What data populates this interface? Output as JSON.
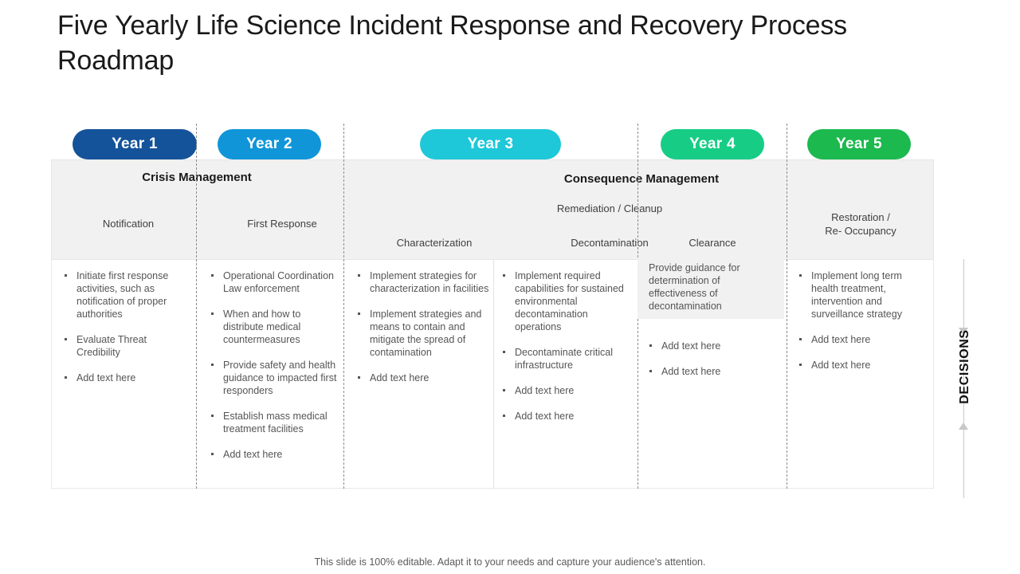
{
  "slide": {
    "title": "Five Yearly Life Science Incident Response and Recovery Process Roadmap",
    "footer_note": "This slide is 100% editable. Adapt it to your needs and capture your audience's attention.",
    "side_label": "DECISIONS"
  },
  "colors": {
    "year1": "#14539a",
    "year2": "#1096d8",
    "year3": "#1ec8d8",
    "year4": "#17cd86",
    "year5": "#1cb94e",
    "band_background": "#f1f1f1",
    "divider_dashed": "#8c8c8c",
    "title_text": "#1a1a1a",
    "body_text": "#555555"
  },
  "years": [
    {
      "label": "Year 1",
      "color": "#14539a"
    },
    {
      "label": "Year 2",
      "color": "#1096d8"
    },
    {
      "label": "Year 3",
      "color": "#1ec8d8"
    },
    {
      "label": "Year 4",
      "color": "#17cd86"
    },
    {
      "label": "Year 5",
      "color": "#1cb94e"
    }
  ],
  "bands": [
    {
      "title": "Crisis Management"
    },
    {
      "title": "Consequence Management"
    }
  ],
  "phases": [
    {
      "label": "Notification"
    },
    {
      "label": "First Response"
    },
    {
      "label": "Characterization"
    },
    {
      "label": "Remediation / Cleanup"
    },
    {
      "label": "Decontamination"
    },
    {
      "label": "Clearance"
    },
    {
      "label": "Restoration /\nRe- Occupancy"
    }
  ],
  "phase_labels": {
    "notification": "Notification",
    "first_response": "First Response",
    "characterization": "Characterization",
    "remediation": "Remediation / Cleanup",
    "decontamination": "Decontamination",
    "clearance": "Clearance",
    "restoration_line1": "Restoration /",
    "restoration_line2": "Re- Occupancy"
  },
  "columns": [
    {
      "name": "notification",
      "bullets": [
        "Initiate first response activities, such as notification of proper authorities",
        "Evaluate Threat Credibility",
        "Add text here"
      ]
    },
    {
      "name": "first-response",
      "bullets": [
        "Operational Coordination Law enforcement",
        "When and how to distribute medical countermeasures",
        "Provide safety and health guidance to impacted first responders",
        "Establish mass medical treatment facilities",
        "Add text here"
      ]
    },
    {
      "name": "characterization",
      "bullets": [
        "Implement strategies for characterization in facilities",
        "Implement strategies and means to contain and mitigate the spread of contamination",
        "Add text here"
      ]
    },
    {
      "name": "decontamination",
      "bullets": [
        "Implement required capabilities for sustained environmental decontamination operations",
        "Decontaminate critical infrastructure",
        "Add text here",
        "Add text here"
      ]
    },
    {
      "name": "clearance",
      "highlighted_first": "Provide guidance for determination of effectiveness of decontamination",
      "bullets": [
        "Add text here",
        "Add text here"
      ]
    },
    {
      "name": "restoration",
      "bullets": [
        "Implement long term health treatment, intervention and surveillance strategy",
        "Add text here",
        "Add text here"
      ]
    }
  ]
}
